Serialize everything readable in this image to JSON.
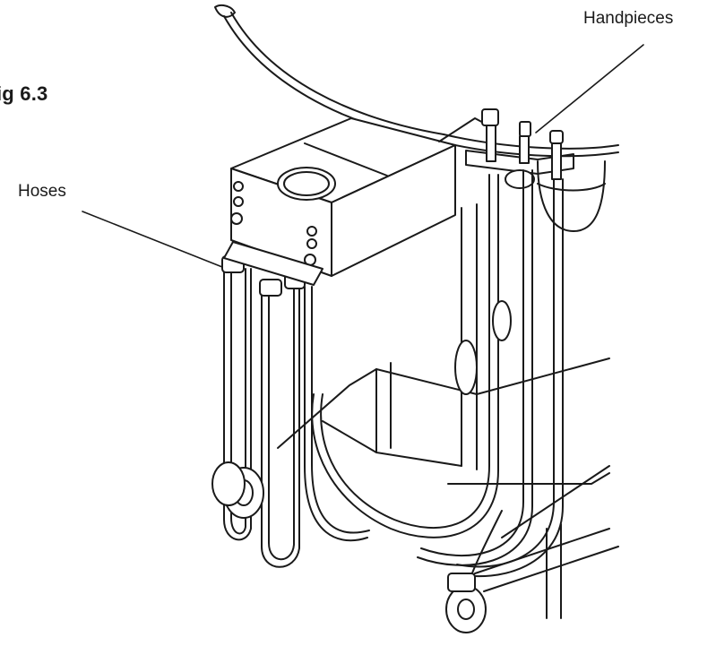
{
  "figure": {
    "label": "ig 6.3"
  },
  "callouts": {
    "hoses": "Hoses",
    "handpieces": "Handpieces"
  },
  "colors": {
    "line": "#1a1a1a",
    "fill": "#ffffff"
  }
}
